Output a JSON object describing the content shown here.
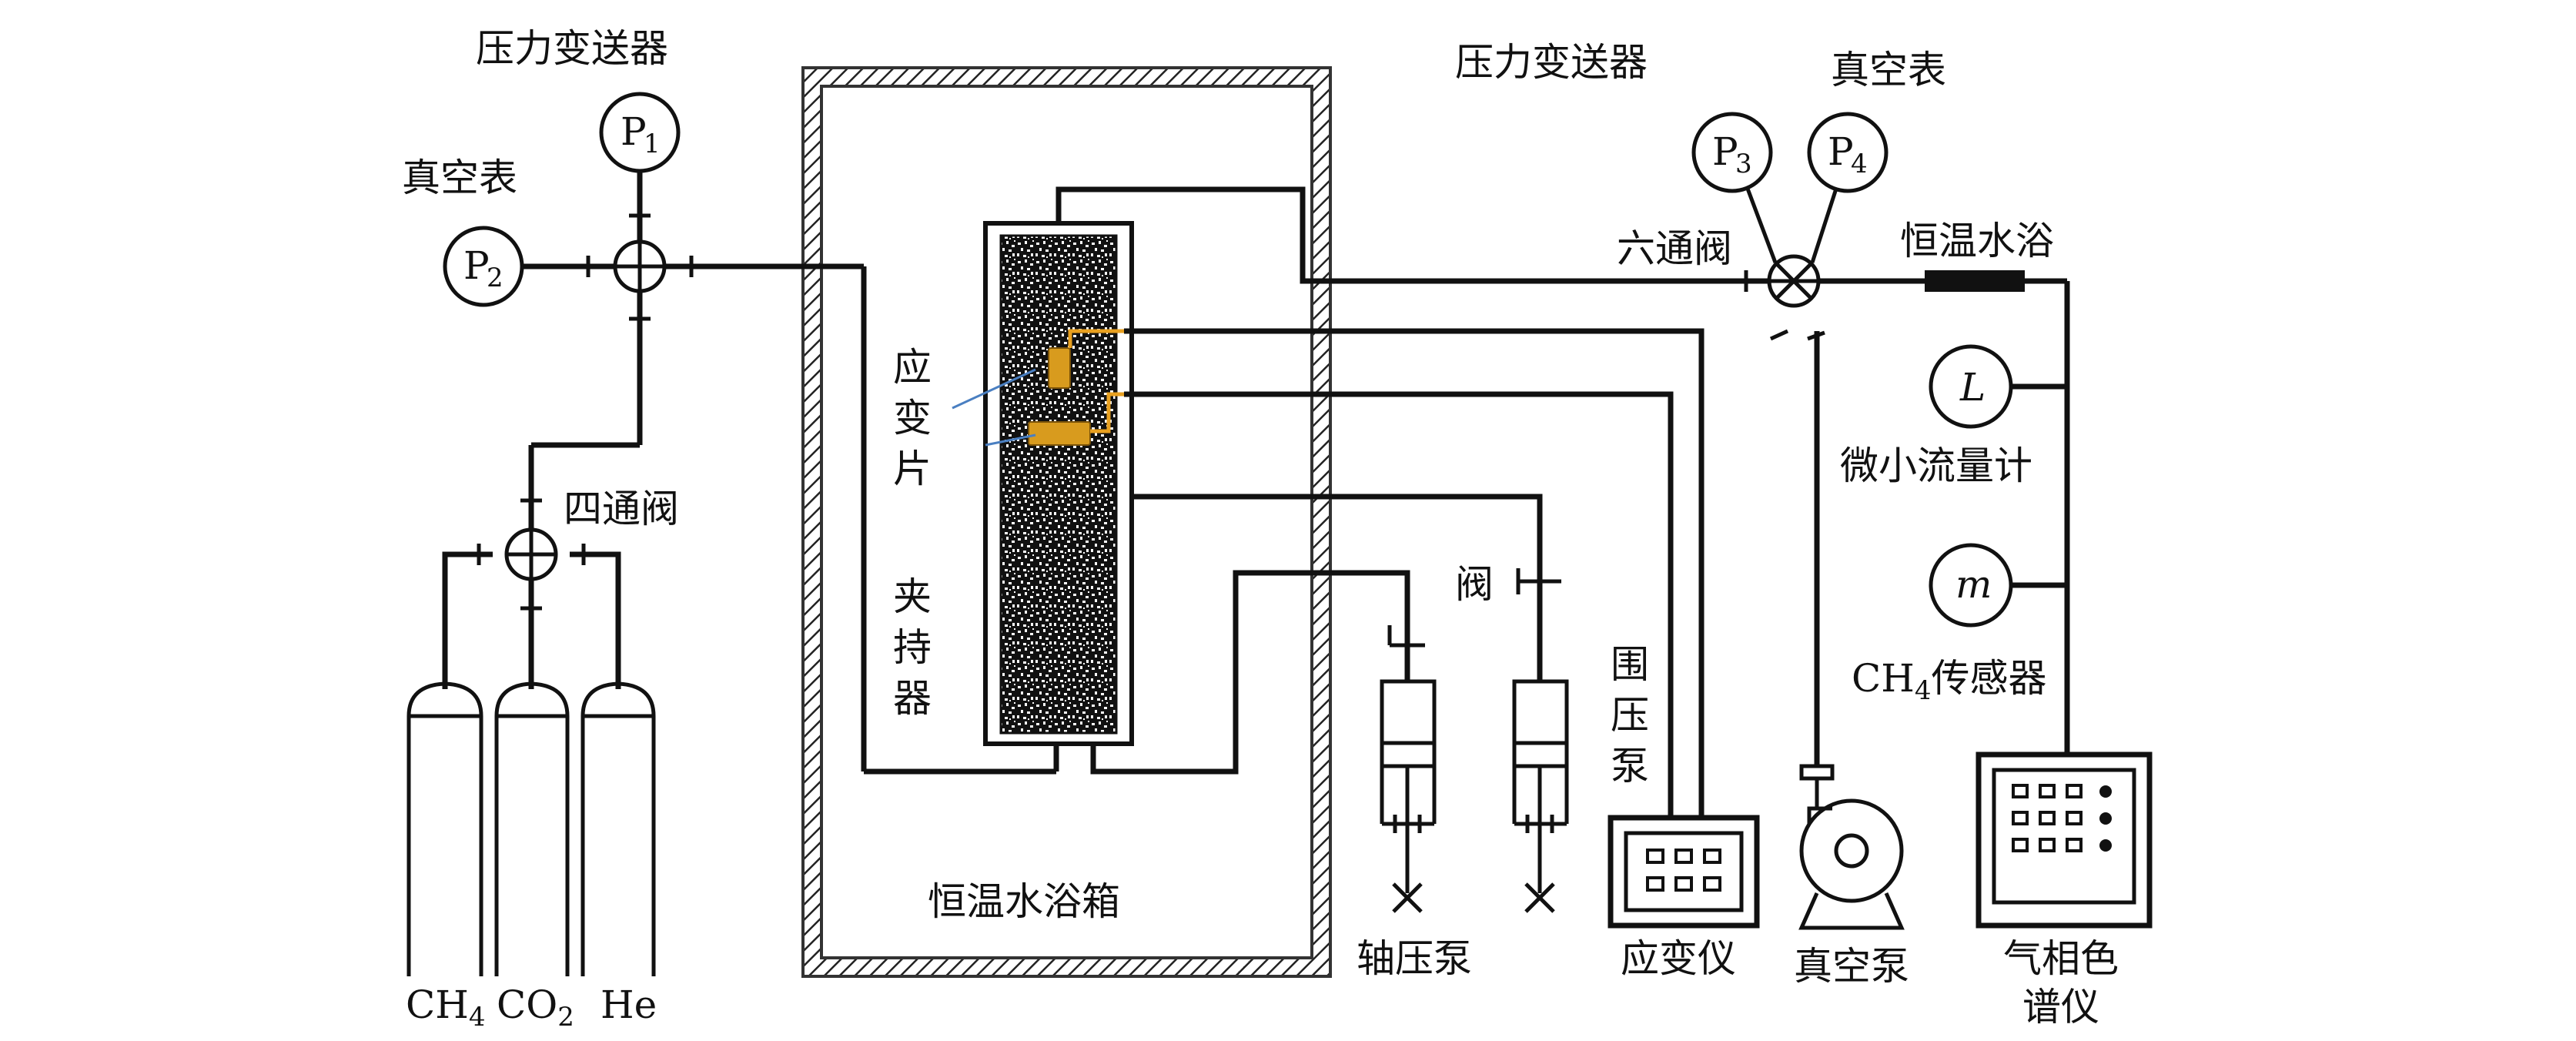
{
  "gauges": {
    "p1": {
      "letter": "P",
      "sub": "1"
    },
    "p2": {
      "letter": "P",
      "sub": "2"
    },
    "p3": {
      "letter": "P",
      "sub": "3"
    },
    "p4": {
      "letter": "P",
      "sub": "4"
    },
    "flowmeter_symbol": "L",
    "ch4_sensor_symbol": "m"
  },
  "labels": {
    "pressure_transmitter_left": "压力变送器",
    "vacuum_gauge_left": "真空表",
    "four_way_valve": "四通阀",
    "pressure_transmitter_right": "压力变送器",
    "vacuum_gauge_right": "真空表",
    "six_way_valve": "六通阀",
    "thermostat_bath": "恒温水浴",
    "micro_flowmeter": "微小流量计",
    "ch4_sensor_prefix": "CH",
    "ch4_sensor_sub": "4",
    "ch4_sensor_suffix": "传感器",
    "strain_gauge": [
      "应",
      "变",
      "片"
    ],
    "holder": [
      "夹",
      "持",
      "器"
    ],
    "bath_box": "恒温水浴箱",
    "valve": "阀",
    "confining_pump": [
      "围",
      "压",
      "泵"
    ],
    "axial_pump": "轴压泵",
    "strain_meter": "应变仪",
    "vacuum_pump": "真空泵",
    "gas_chromatograph": [
      "气相色",
      "谱仪"
    ]
  },
  "cylinders": [
    {
      "prefix": "CH",
      "sub": "4",
      "suffix": ""
    },
    {
      "prefix": "CO",
      "sub": "2",
      "suffix": ""
    },
    {
      "prefix": "He",
      "sub": "",
      "suffix": ""
    }
  ],
  "colors": {
    "line": "#111111",
    "strain_gauge_fill": "#d89b1e",
    "strain_gauge_wire": "#e8a020",
    "leader_line": "#4a7fc1"
  }
}
